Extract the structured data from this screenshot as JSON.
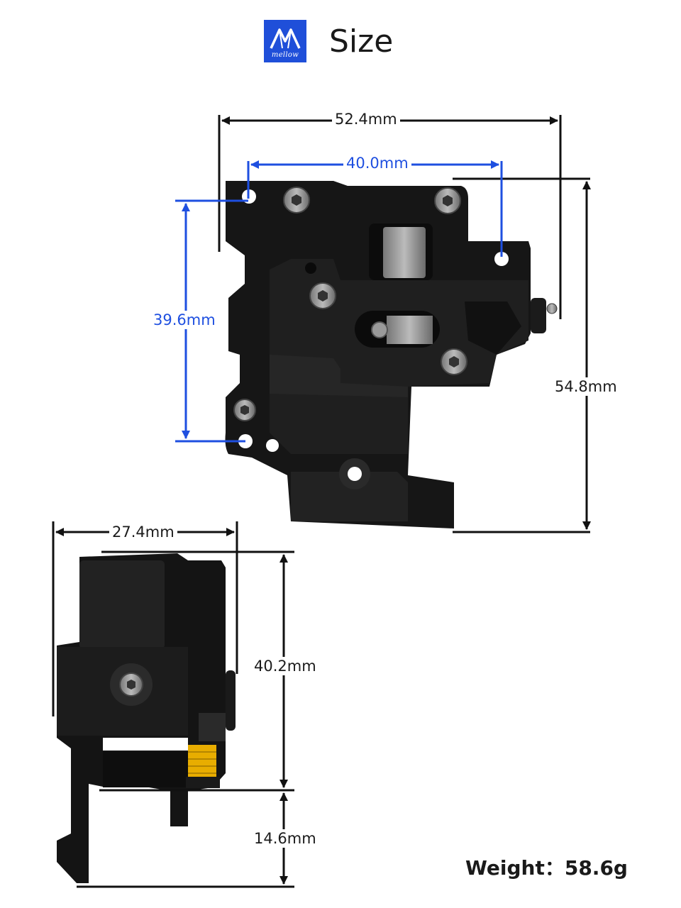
{
  "header": {
    "logo_text": "mellow",
    "title": "Size"
  },
  "dimensions": {
    "top_width": "52.4mm",
    "hole_spacing_horizontal": "40.0mm",
    "hole_spacing_vertical": "39.6mm",
    "total_height": "54.8mm",
    "side_width": "27.4mm",
    "side_upper_height": "40.2mm",
    "side_lower_height": "14.6mm"
  },
  "weight": "Weight：58.6g",
  "colors": {
    "brand_blue": "#1f4fd9",
    "dimension_blue": "#1e4fe0",
    "body_black": "#151515",
    "gear_yellow": "#f2b705"
  }
}
